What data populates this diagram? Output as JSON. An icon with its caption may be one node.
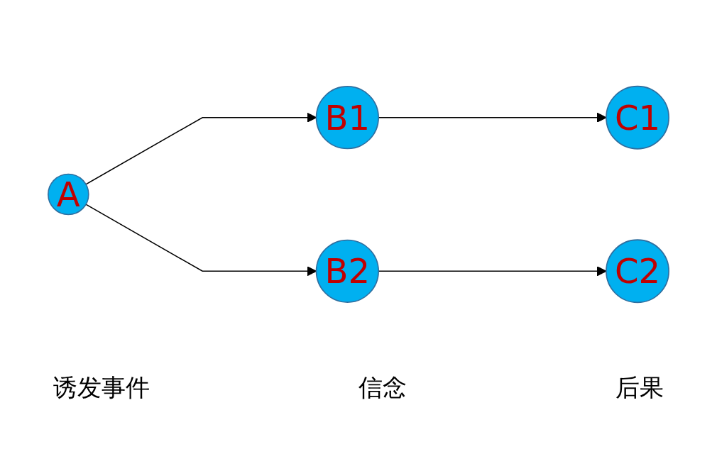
{
  "diagram": {
    "nodes": [
      {
        "text": [
          "A"
        ]
      },
      {
        "text": [
          "B1"
        ]
      },
      {
        "text": [
          "B2"
        ]
      },
      {
        "text": [
          "C1"
        ]
      },
      {
        "text": [
          "C2"
        ]
      }
    ],
    "edges": [
      {
        "from": 0,
        "to": 1,
        "arrow": "to"
      },
      {
        "from": 0,
        "to": 2,
        "arrow": "to"
      },
      {
        "from": 1,
        "to": 3,
        "arrow": "to"
      },
      {
        "from": 2,
        "to": 4,
        "arrow": "to"
      }
    ],
    "labels": [
      "诱发事件",
      "信念",
      "后果"
    ]
  }
}
